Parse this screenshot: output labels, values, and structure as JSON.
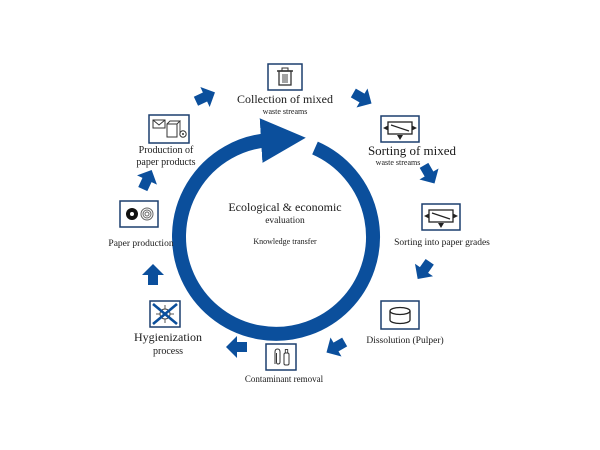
{
  "colors": {
    "primary": "#0b4f9c",
    "icon_stroke": "#1c3f6e",
    "text": "#1a1a1a"
  },
  "center": {
    "title": "Ecological & economic",
    "subtitle": "evaluation",
    "note": "Knowledge transfer"
  },
  "stages": [
    {
      "id": "collection",
      "label": "Collection of mixed",
      "sublabel": "waste streams",
      "icon": "trash-bin-icon"
    },
    {
      "id": "sorting-mixed",
      "label": "Sorting of mixed",
      "sublabel": "waste streams",
      "icon": "sorting-machine-icon"
    },
    {
      "id": "sorting-grades",
      "label": "Sorting into paper grades",
      "icon": "sorting-machine-icon"
    },
    {
      "id": "dissolution",
      "label": "Dissolution (Pulper)",
      "icon": "pulper-drum-icon"
    },
    {
      "id": "contaminant-removal",
      "label": "Contaminant removal",
      "icon": "paperclip-bottle-icon"
    },
    {
      "id": "hygienization",
      "label": "Hygienization",
      "sublabel": "process",
      "icon": "crossed-bacteria-icon"
    },
    {
      "id": "paper-production",
      "label": "Paper production",
      "icon": "paper-roll-icon"
    },
    {
      "id": "production-products",
      "label": "Production of",
      "sublabel": "paper products",
      "icon": "paper-products-icon"
    }
  ]
}
